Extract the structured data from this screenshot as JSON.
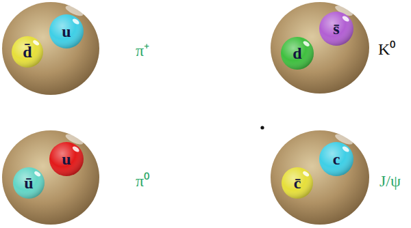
{
  "diagram": {
    "nodes": [
      {
        "text": [
          "π⁺"
        ]
      },
      {
        "text": [
          "d̄"
        ],
        "in": 0
      },
      {
        "text": [
          "u"
        ],
        "in": 0
      },
      {
        "text": [
          "K⁰"
        ]
      },
      {
        "text": [
          "d"
        ],
        "in": 3
      },
      {
        "text": [
          "s̄"
        ],
        "in": 3
      },
      {
        "text": [
          "π⁰"
        ]
      },
      {
        "text": [
          "ū"
        ],
        "in": 6
      },
      {
        "text": [
          "u"
        ],
        "in": 6
      },
      {
        "text": [
          "J/ψ"
        ]
      },
      {
        "text": [
          "c̄"
        ],
        "in": 9
      },
      {
        "text": [
          "c"
        ],
        "in": 9
      }
    ]
  }
}
